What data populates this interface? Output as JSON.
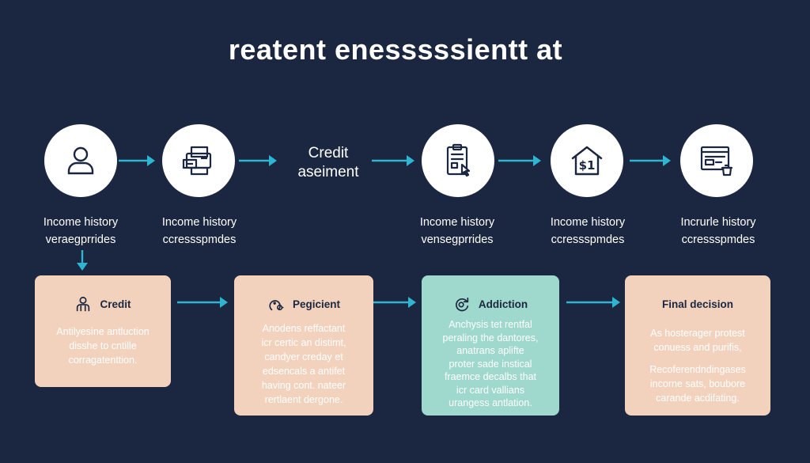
{
  "title": "reatent enesssssientt at",
  "colors": {
    "background": "#1b2740",
    "circle": "#ffffff",
    "icon_stroke": "#1b2740",
    "arrow": "#2fb5d1",
    "card_peach": "#f2d2bd",
    "card_teal": "#9fd8cc"
  },
  "top_row": {
    "steps": [
      {
        "icon": "user-icon",
        "caption": [
          "Income history",
          "veraegprrides"
        ]
      },
      {
        "icon": "documents-icon",
        "caption": [
          "Income history",
          "ccressspmdes"
        ]
      },
      {
        "text_node": [
          "Credit",
          "aseiment"
        ]
      },
      {
        "icon": "clipboard-cursor-icon",
        "caption": [
          "Income history",
          "vensegprrides"
        ]
      },
      {
        "icon": "house-dollar-icon",
        "caption": [
          "Income history",
          "ccressspmdes"
        ]
      },
      {
        "icon": "form-trash-icon",
        "caption": [
          "Incrurle history",
          "ccressspmdes"
        ]
      }
    ]
  },
  "cards": [
    {
      "icon": "person-icon",
      "title": "Credit",
      "body": [
        "Antilyesine antluction",
        "disshe to cntille",
        "corragatenttion."
      ]
    },
    {
      "icon": "face-gear-icon",
      "title": "Pegicient",
      "body": [
        "Anodens reffactant",
        "icr certic an distimt,",
        "candyer creday et",
        "edsencals a antifet",
        "having cont. nateer",
        "rertlaent dergone."
      ]
    },
    {
      "icon": "cycle-icon",
      "title": "Addiction",
      "body": [
        "Anchysis tet rentfal",
        "peraling the dantores,",
        "anatrans aplifte",
        "proter sade instical",
        "fraemce decalbs that",
        "icr card vallians",
        "urangess antlation."
      ]
    },
    {
      "icon": "",
      "title": "Final decision",
      "body": [
        "As hosterager protest",
        "conuess and purifis,",
        "",
        "Recoferendndingases",
        "incorne sats, boubore",
        "carande acdifating."
      ]
    }
  ]
}
